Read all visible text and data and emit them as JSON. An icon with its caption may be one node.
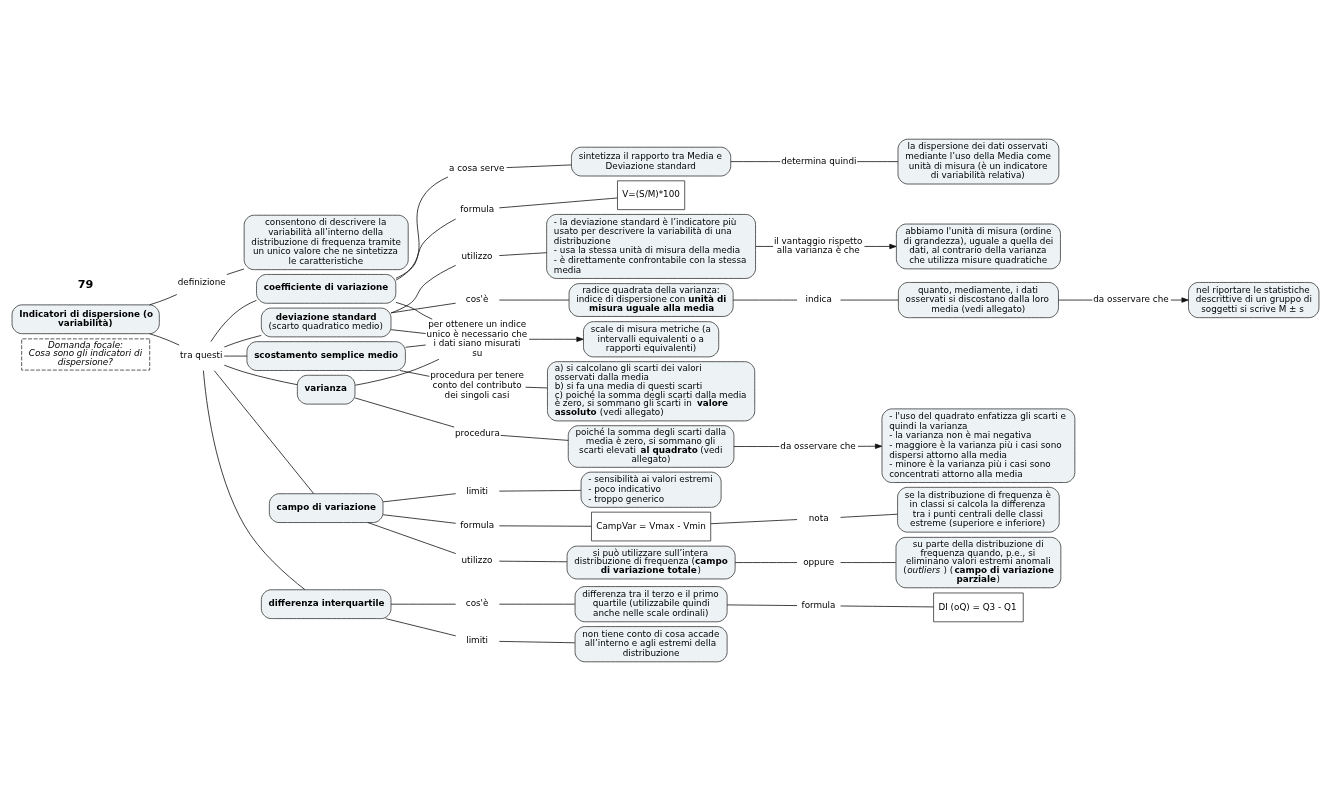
{
  "diagram": {
    "nodes": [
      {
        "text": [
          "Domanda focale:",
          "Cosa sono gli indicatori di dispersione?"
        ]
      },
      {
        "text": [
          "definizione"
        ]
      },
      {
        "text": [
          "Indicatori di dispersione (o variabilità)"
        ]
      },
      {
        "text": [
          "consentono di descrivere la variabilità all’interno della distribuzione di frequenza tramite un unico valore che ne sintetizza le caratteristiche"
        ]
      },
      {
        "text": [
          "tra questi"
        ]
      },
      {
        "text": [
          "formula"
        ]
      },
      {
        "text": [
          "scale di misura metriche (a intervalli equivalenti o a rapporti equivalenti)"
        ]
      },
      {
        "text": [
          "campo di variazione"
        ]
      },
      {
        "text": [
          "utilizzo"
        ]
      },
      {
        "text": [
          "CampVar = Vmax - Vmin"
        ]
      },
      {
        "text": [
          "si può utilizzare sull’intera distribuzione di frequenza (**campo di variazione totale**)"
        ]
      },
      {
        "text": [
          "nota"
        ]
      },
      {
        "text": [
          "differenza interquartile"
        ]
      },
      {
        "text": [
          "se la distribuzione di frequenza è in classi si calcola la differenza tra i punti centrali delle classi estreme (superiore e inferiore)"
        ]
      },
      {
        "text": [
          "per ottenere un indice unico è necessario che i dati siano misurati su"
        ]
      },
      {
        "text": [
          "scostamento semplice medio"
        ]
      },
      {
        "text": [
          "cos'è"
        ]
      },
      {
        "text": [
          "limiti"
        ]
      },
      {
        "text": [
          "differenza tra il terzo e il primo quartile (utilizzabile quindi anche nelle scale ordinali)"
        ]
      },
      {
        "text": [
          "oppure"
        ]
      },
      {
        "text": [
          "su parte della distribuzione di frequenza quando, p.e., si eliminano valori estremi anomali (*outliers* ) (**campo di variazione parziale**)"
        ]
      },
      {
        "text": [
          "varianza"
        ]
      },
      {
        "text": [
          "coefficiente di variazione"
        ]
      },
      {
        "text": [
          "limiti"
        ]
      },
      {
        "text": [
          "deviazione standard",
          "(scarto quadratico medio)"
        ]
      },
      {
        "text": [
          "formula"
        ]
      },
      {
        "text": [
          "procedura per tenere conto del contributo dei singoli casi"
        ]
      },
      {
        "text": [
          "formula"
        ]
      },
      {
        "text": [
          "DI (oQ) = Q3 - Q1"
        ]
      },
      {
        "text": [
          "V=(S/M)*100"
        ]
      },
      {
        "text": [
          "- sensibilità ai valori estremi",
          "- poco indicativo",
          "- troppo generico"
        ]
      },
      {
        "text": [
          "procedura"
        ]
      },
      {
        "text": [
          "a cosa serve"
        ]
      },
      {
        "text": [
          "cos'è"
        ]
      },
      {
        "text": [
          "non tiene conto di cosa accade all’interno e agli estremi della distribuzione"
        ]
      },
      {
        "text": [
          "sintetizza il rapporto tra Media e Deviazione standard"
        ]
      },
      {
        "text": [
          "radice quadrata della varianza: indice di dispersione con **unità di misura uguale alla media**"
        ]
      },
      {
        "text": [
          "utilizzo"
        ]
      },
      {
        "text": [
          "a) si calcolano gli scarti dei valori osservati dalla media",
          "b) si fa una media di questi scarti",
          "c) poiché la somma degli scarti dalla media è zero, si sommano gli scarti in **valore assoluto** (vedi allegato)"
        ]
      },
      {
        "text": [
          "determina quindi"
        ]
      },
      {
        "text": [
          "indica"
        ]
      },
      {
        "text": [
          "la dispersione dei dati osservati mediante l’uso della Media come unità di misura (è un indicatore di variabilità relativa)"
        ]
      },
      {
        "text": [
          "poiché la somma degli scarti dalla media è zero, si sommano gli scarti elevati **al quadrato** (vedi allegato)"
        ]
      },
      {
        "text": [
          "- l'uso del quadrato enfatizza gli scarti e quindi la varianza",
          "- la varianza non è mai negativa",
          "- maggiore è la varianza più i casi sono dispersi attorno alla media",
          "- minore è la varianza più i casi sono concentrati attorno alla media"
        ]
      },
      {
        "text": [
          "da osservare che"
        ]
      },
      {
        "text": [
          "quanto, mediamente, i dati osservati si discostano dalla loro media (vedi allegato)"
        ]
      },
      {
        "text": [
          "nel riportare le statistiche descrittive di un gruppo di soggetti si scrive M ± s"
        ]
      },
      {
        "text": [
          "da osservare che"
        ]
      },
      {
        "text": [
          "- la deviazione standard è l’indicatore più usato per descrivere la variabilità di una distribuzione",
          "- usa la stessa unità di misura della media",
          "- è direttamente confrontabile con la stessa media"
        ]
      },
      {
        "text": [
          "abbiamo l'unità di misura (ordine di grandezza), uguale a quella dei dati, al contrario della varianza che utilizza misure quadratiche"
        ]
      },
      {
        "text": [
          "il vantaggio rispetto alla varianza è che"
        ]
      }
    ],
    "edges": [
      {
        "from": 2,
        "to": 1,
        "arrow": "none"
      },
      {
        "from": 1,
        "to": 3,
        "arrow": "none"
      },
      {
        "from": 2,
        "to": 4,
        "arrow": "none"
      },
      {
        "from": 4,
        "to": 7,
        "arrow": "none"
      },
      {
        "from": 4,
        "to": 12,
        "arrow": "none"
      },
      {
        "from": 4,
        "to": 15,
        "arrow": "none"
      },
      {
        "from": 4,
        "to": 21,
        "arrow": "none"
      },
      {
        "from": 4,
        "to": 24,
        "arrow": "none"
      },
      {
        "from": 4,
        "to": 22,
        "arrow": "none"
      },
      {
        "from": 22,
        "to": 14,
        "arrow": "none"
      },
      {
        "from": 15,
        "to": 14,
        "arrow": "none"
      },
      {
        "from": 21,
        "to": 14,
        "arrow": "none"
      },
      {
        "from": 24,
        "to": 14,
        "arrow": "none"
      },
      {
        "from": 14,
        "to": 6,
        "arrow": "to"
      },
      {
        "from": 7,
        "to": 5,
        "arrow": "none"
      },
      {
        "from": 5,
        "to": 9,
        "arrow": "none"
      },
      {
        "from": 9,
        "to": 11,
        "arrow": "none"
      },
      {
        "from": 11,
        "to": 13,
        "arrow": "none"
      },
      {
        "from": 7,
        "to": 8,
        "arrow": "none"
      },
      {
        "from": 8,
        "to": 10,
        "arrow": "none"
      },
      {
        "from": 10,
        "to": 19,
        "arrow": "none"
      },
      {
        "from": 19,
        "to": 20,
        "arrow": "none"
      },
      {
        "from": 7,
        "to": 17,
        "arrow": "none"
      },
      {
        "from": 17,
        "to": 30,
        "arrow": "none"
      },
      {
        "from": 12,
        "to": 16,
        "arrow": "none"
      },
      {
        "from": 16,
        "to": 18,
        "arrow": "none"
      },
      {
        "from": 18,
        "to": 27,
        "arrow": "none"
      },
      {
        "from": 27,
        "to": 28,
        "arrow": "none"
      },
      {
        "from": 12,
        "to": 23,
        "arrow": "none"
      },
      {
        "from": 23,
        "to": 34,
        "arrow": "none"
      },
      {
        "from": 15,
        "to": 26,
        "arrow": "none"
      },
      {
        "from": 26,
        "to": 38,
        "arrow": "none"
      },
      {
        "from": 21,
        "to": 31,
        "arrow": "none"
      },
      {
        "from": 31,
        "to": 42,
        "arrow": "none"
      },
      {
        "from": 42,
        "to": 44,
        "arrow": "none"
      },
      {
        "from": 44,
        "to": 43,
        "arrow": "to"
      },
      {
        "from": 24,
        "to": 33,
        "arrow": "none"
      },
      {
        "from": 33,
        "to": 36,
        "arrow": "none"
      },
      {
        "from": 36,
        "to": 40,
        "arrow": "none"
      },
      {
        "from": 40,
        "to": 45,
        "arrow": "none"
      },
      {
        "from": 45,
        "to": 47,
        "arrow": "none"
      },
      {
        "from": 47,
        "to": 46,
        "arrow": "to"
      },
      {
        "from": 24,
        "to": 37,
        "arrow": "none"
      },
      {
        "from": 37,
        "to": 48,
        "arrow": "none"
      },
      {
        "from": 48,
        "to": 50,
        "arrow": "none"
      },
      {
        "from": 50,
        "to": 49,
        "arrow": "to"
      },
      {
        "from": 22,
        "to": 25,
        "arrow": "none"
      },
      {
        "from": 25,
        "to": 29,
        "arrow": "none"
      },
      {
        "from": 22,
        "to": 32,
        "arrow": "none"
      },
      {
        "from": 32,
        "to": 35,
        "arrow": "none"
      },
      {
        "from": 35,
        "to": 39,
        "arrow": "none"
      },
      {
        "from": 39,
        "to": 41,
        "arrow": "none"
      }
    ],
    "labels": [
      "79"
    ]
  }
}
